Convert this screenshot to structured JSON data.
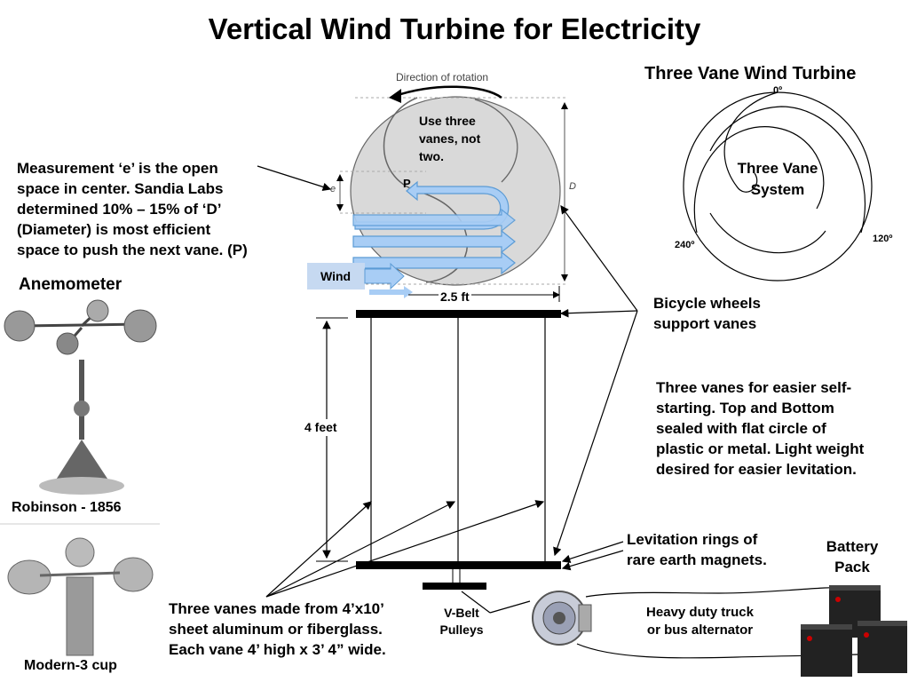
{
  "title": "Vertical Wind Turbine for Electricity",
  "rotor_diagram": {
    "direction_label": "Direction of rotation",
    "note": "Use three vanes, not two.",
    "note_lines": [
      "Use three",
      "vanes, not",
      "two."
    ],
    "e_label": "e",
    "d_label": "D",
    "p_label": "P",
    "wind_label": "Wind",
    "width_label": "2.5 ft"
  },
  "measurement_note": {
    "lines": [
      "Measurement ‘e’ is the open",
      "space in center. Sandia Labs",
      "determined 10% – 15% of ‘D’",
      "(Diameter) is most efficient",
      "space to push the next vane. (P)"
    ]
  },
  "three_vane": {
    "title": "Three Vane Wind Turbine",
    "center_lines": [
      "Three Vane",
      "System"
    ],
    "angle_0": "0º",
    "angle_120": "120º",
    "angle_240": "240º"
  },
  "anemometer": {
    "heading": "Anemometer",
    "caption_old": "Robinson - 1856",
    "caption_new": "Modern-3 cup"
  },
  "frame": {
    "height_label": "4 feet",
    "vbelt_lines": [
      "V-Belt",
      "Pulleys"
    ]
  },
  "callouts": {
    "bicycle_lines": [
      "Bicycle wheels",
      "support vanes"
    ],
    "three_vanes_lines": [
      "Three vanes for easier self-",
      "starting. Top and Bottom",
      "sealed with flat circle of",
      "plastic or metal. Light weight",
      "desired for easier levitation."
    ],
    "levitation_lines": [
      "Levitation rings of",
      "rare earth magnets."
    ],
    "vane_material_lines": [
      "Three vanes made from 4’x10’",
      "sheet aluminum or fiberglass.",
      "Each vane 4’ high x 3’ 4” wide."
    ],
    "alternator_lines": [
      "Heavy duty truck",
      "or bus alternator"
    ],
    "battery_lines": [
      "Battery",
      "Pack"
    ]
  },
  "colors": {
    "rotor_fill": "#d9d9d9",
    "arrow_fill": "#a8cdf5",
    "arrow_stroke": "#5b9bd5",
    "wind_box": "#c6d9f1"
  }
}
